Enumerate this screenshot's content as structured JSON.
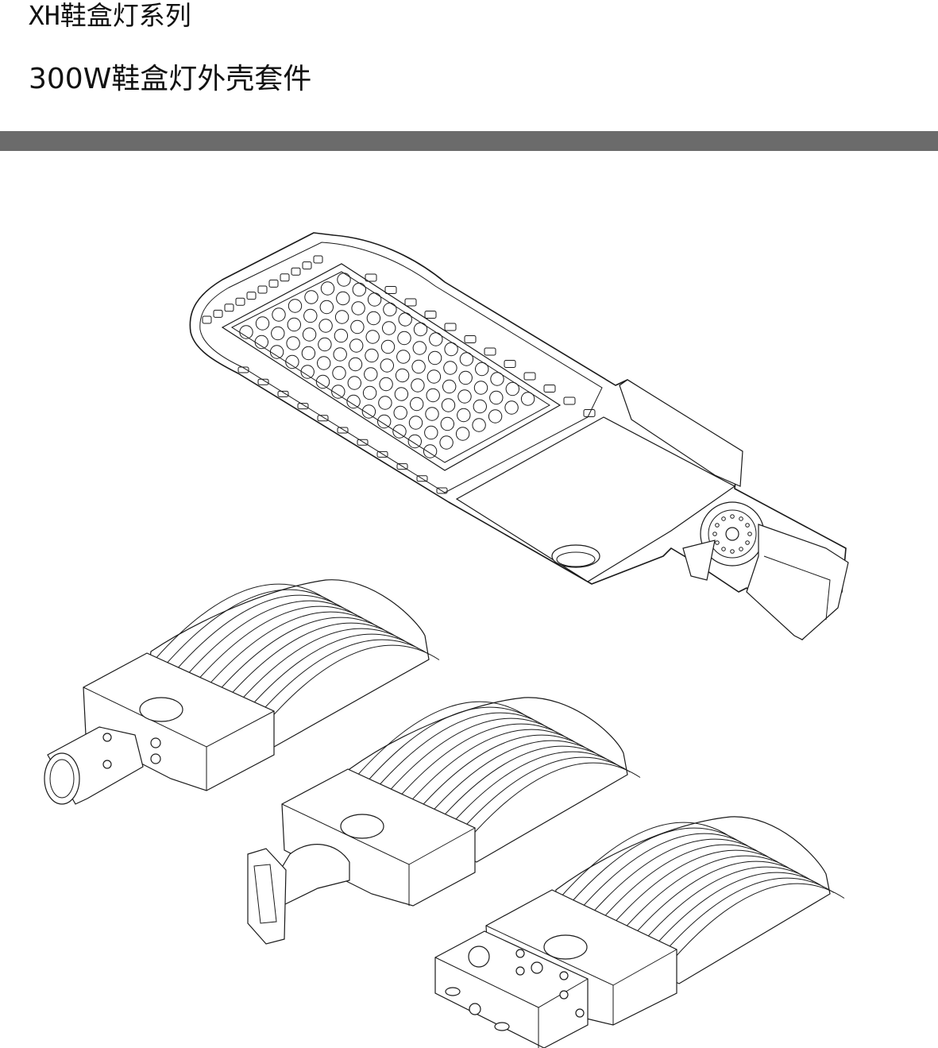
{
  "header": {
    "series_title": "XH鞋盒灯系列",
    "product_title": "300W鞋盒灯外壳套件"
  },
  "colors": {
    "divider": "#6b6b6b",
    "line_art": "#1a1a1a",
    "background": "#ffffff"
  },
  "figures": [
    {
      "id": "bottom-view",
      "icon": "shoebox-light-led-panel-view"
    },
    {
      "id": "slipfitter-mount",
      "icon": "shoebox-light-slipfitter-view"
    },
    {
      "id": "wall-arm-mount",
      "icon": "shoebox-light-wall-arm-view"
    },
    {
      "id": "yoke-mount",
      "icon": "shoebox-light-yoke-view"
    }
  ]
}
